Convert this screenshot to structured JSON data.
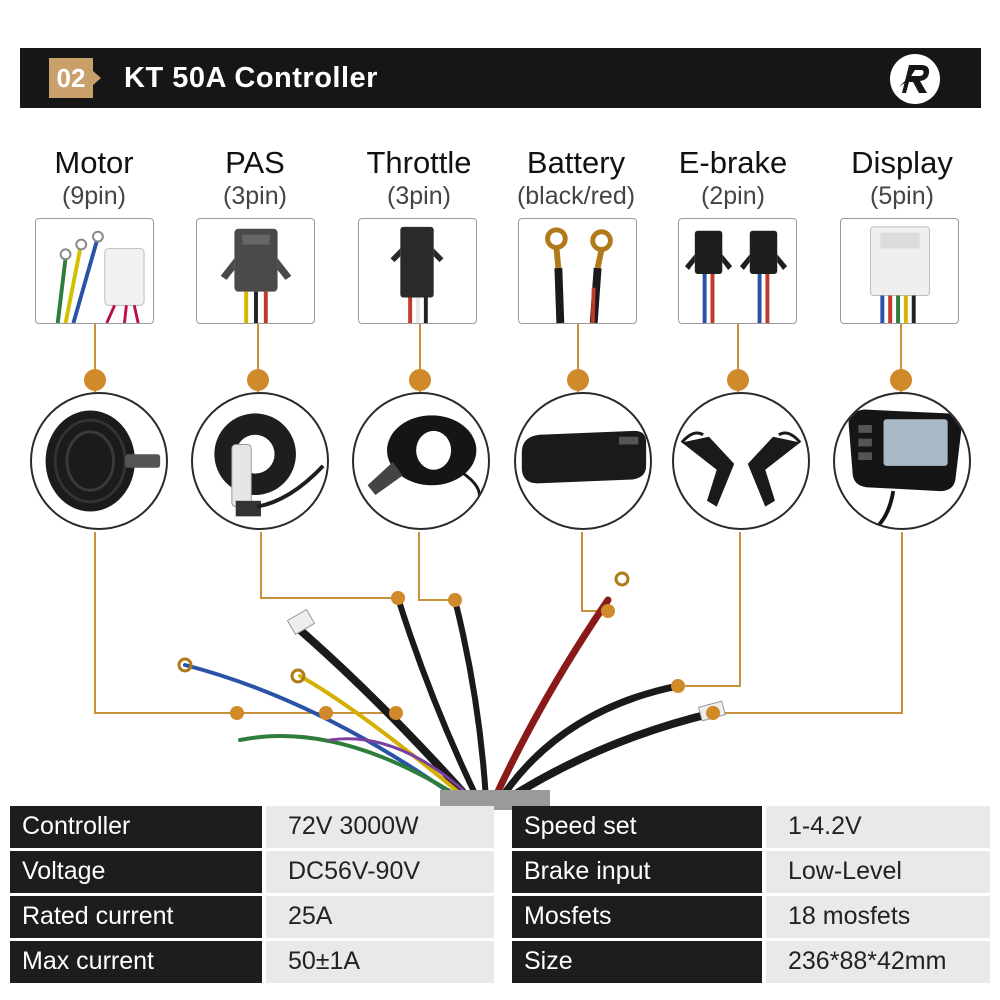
{
  "header": {
    "badge": "02",
    "title": "KT  50A  Controller",
    "logo_icon": "r-logo-icon"
  },
  "colors": {
    "header_bg": "#161616",
    "accent": "#c9a06a",
    "wire_line": "#c9913b",
    "dot": "#d08a2a",
    "key_bg": "#1d1d1d",
    "value_bg": "#e9e9e9"
  },
  "components": [
    {
      "name": "Motor",
      "pins": "(9pin)",
      "connector_icon": "motor-connector-icon",
      "part_icon": "hub-motor-icon"
    },
    {
      "name": "PAS",
      "pins": "(3pin)",
      "connector_icon": "pas-connector-icon",
      "part_icon": "pas-sensor-icon"
    },
    {
      "name": "Throttle",
      "pins": "(3pin)",
      "connector_icon": "throttle-connector-icon",
      "part_icon": "thumb-throttle-icon"
    },
    {
      "name": "Battery",
      "pins": "(black/red)",
      "connector_icon": "battery-lugs-icon",
      "part_icon": "battery-pack-icon"
    },
    {
      "name": "E-brake",
      "pins": "(2pin)",
      "connector_icon": "ebrake-connector-icon",
      "part_icon": "brake-levers-icon"
    },
    {
      "name": "Display",
      "pins": "(5pin)",
      "connector_icon": "display-connector-icon",
      "part_icon": "lcd-display-icon"
    }
  ],
  "specs": {
    "left": [
      {
        "key": "Controller",
        "value": "72V  3000W"
      },
      {
        "key": "Voltage",
        "value": "DC56V-90V"
      },
      {
        "key": "Rated current",
        "value": "25A"
      },
      {
        "key": "Max current",
        "value": "50±1A"
      }
    ],
    "right": [
      {
        "key": "Speed set",
        "value": "1-4.2V"
      },
      {
        "key": "Brake input",
        "value": "Low-Level"
      },
      {
        "key": "Mosfets",
        "value": "18 mosfets"
      },
      {
        "key": "Size",
        "value": "236*88*42mm"
      }
    ]
  }
}
